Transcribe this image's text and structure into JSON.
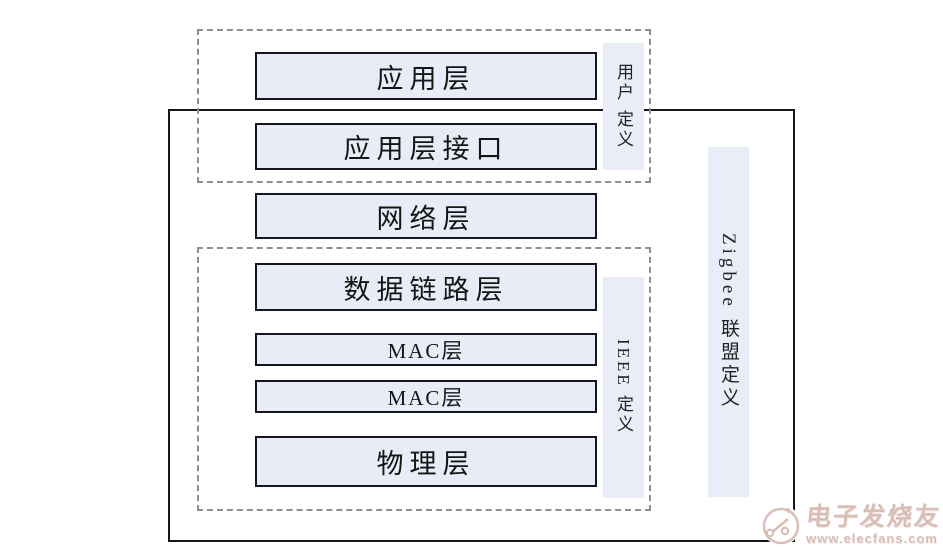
{
  "stack": {
    "boxes": [
      {
        "id": "application",
        "label": "应用层"
      },
      {
        "id": "application-interface",
        "label": "应用层接口"
      },
      {
        "id": "network",
        "label": "网络层"
      },
      {
        "id": "data-link",
        "label": "数据链路层"
      },
      {
        "id": "mac-1",
        "label": "MAC层"
      },
      {
        "id": "mac-2",
        "label": "MAC层"
      },
      {
        "id": "physical",
        "label": "物理层"
      }
    ],
    "groups": {
      "user": {
        "label": "用户 定义"
      },
      "ieee": {
        "label": "IEEE 定义"
      },
      "zigbee": {
        "label": "Zigbee 联盟定义"
      }
    }
  },
  "watermark": {
    "brand": "电子发烧友",
    "site": "www.elecfans.com"
  },
  "colors": {
    "box_fill": "#e8ecf7",
    "strip_fill": "#e9edf7",
    "border": "#15151f",
    "dashed": "#8f8f8f",
    "ink": "#151515",
    "watermark": "#d9beb7"
  }
}
